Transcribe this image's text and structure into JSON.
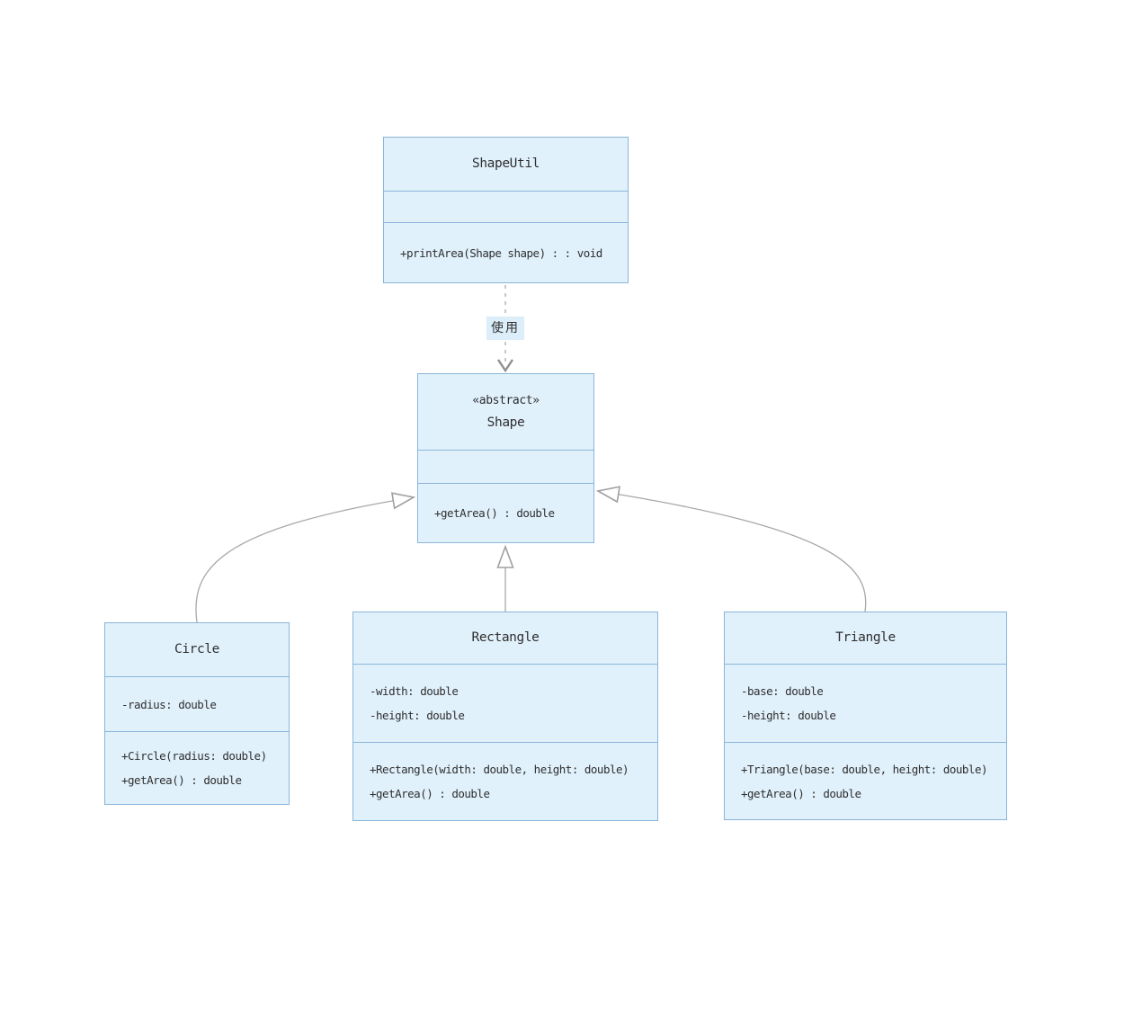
{
  "diagram": {
    "title": "UML class diagram",
    "colors": {
      "box_fill": "#e1f1fc",
      "box_border": "#8ab5d9",
      "edge_line": "#a8a8a8",
      "dashed_line": "#b0b0b0",
      "arrow_chevron": "#8f8f8f",
      "text": "#2e2e2e",
      "label_bg": "#dceef9",
      "background": "#ffffff"
    }
  },
  "classes": {
    "shapeutil": {
      "name": "ShapeUtil",
      "methods": [
        "+printArea(Shape shape) : : void"
      ]
    },
    "shape": {
      "stereotype": "«abstract»",
      "name": "Shape",
      "methods": [
        "+getArea() : double"
      ]
    },
    "circle": {
      "name": "Circle",
      "attributes": [
        "-radius: double"
      ],
      "methods": [
        "+Circle(radius: double)",
        "+getArea() : double"
      ]
    },
    "rectangle": {
      "name": "Rectangle",
      "attributes": [
        "-width: double",
        "-height: double"
      ],
      "methods": [
        "+Rectangle(width: double, height: double)",
        "+getArea() : double"
      ]
    },
    "triangle": {
      "name": "Triangle",
      "attributes": [
        "-base: double",
        "-height: double"
      ],
      "methods": [
        "+Triangle(base: double, height: double)",
        "+getArea() : double"
      ]
    }
  },
  "edges": {
    "dependency_label": "使用"
  }
}
